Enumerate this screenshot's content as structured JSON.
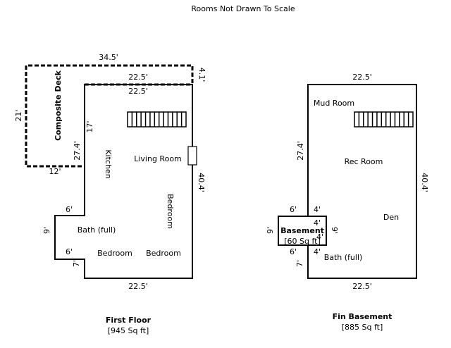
{
  "header": {
    "note": "Rooms Not Drawn To Scale"
  },
  "first_floor": {
    "caption": "First Floor",
    "area": "[945 Sq ft]",
    "rooms": {
      "kitchen": "Kitchen",
      "living_room": "Living Room",
      "bedroom_right": "Bedroom",
      "bath": "Bath (full)",
      "bedroom_1": "Bedroom",
      "bedroom_2": "Bedroom"
    },
    "deck": {
      "label": "Composite Deck",
      "dim_top": "34.5'",
      "dim_left": "21'",
      "dim_bottom": "12'",
      "dim_right": "4.1'"
    },
    "dims": {
      "top_outer": "22.5'",
      "top_inner": "22.5'",
      "left_upper": "17'",
      "left_mid": "27.4'",
      "right": "40.4'",
      "bump_top": "6'",
      "bump_side": "9'",
      "bump_bottom": "6'",
      "left_lower": "7'",
      "bottom": "22.5'"
    }
  },
  "basement": {
    "caption": "Fin Basement",
    "area": "[885 Sq ft]",
    "rooms": {
      "mud_room": "Mud Room",
      "rec_room": "Rec Room",
      "den": "Den",
      "bath": "Bath (full)",
      "unfinished": "Basement",
      "unfinished_area": "[60 Sq ft]"
    },
    "dims": {
      "top": "22.5'",
      "left": "27.4'",
      "right": "40.4'",
      "box_top_left": "6'",
      "box_top_right": "4'",
      "box_inner_top": "4'",
      "box_inner_bottom": "4'",
      "box_left": "9'",
      "box_right": "9'",
      "box_bottom_left": "6'",
      "box_bottom_right": "4'",
      "left_lower": "7'",
      "bottom": "22.5'"
    }
  }
}
